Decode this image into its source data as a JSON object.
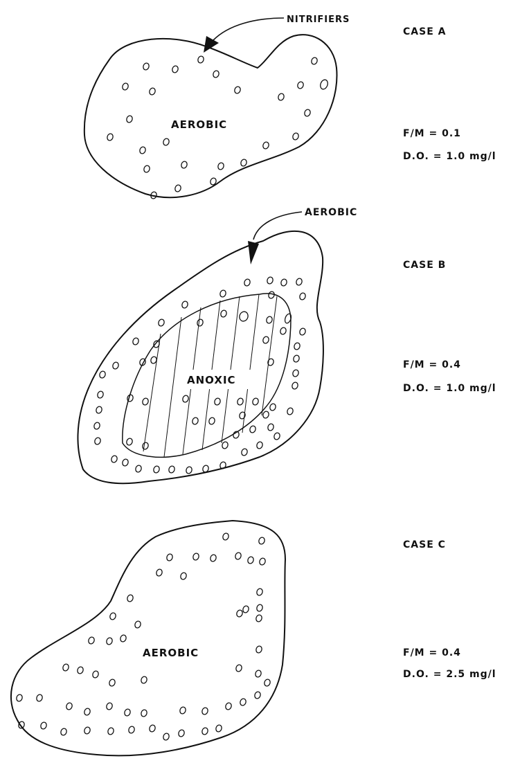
{
  "cases": [
    {
      "id": "a",
      "case_label": "CASE A",
      "zone_label": "AEROBIC",
      "pointer_label": "NITRIFIERS",
      "fm": "F/M = 0.1",
      "do": "D.O. = 1.0 mg/l"
    },
    {
      "id": "b",
      "case_label": "CASE B",
      "zone_label": "ANOXIC",
      "pointer_label": "AEROBIC",
      "fm": "F/M = 0.4",
      "do": "D.O. = 1.0 mg/l"
    },
    {
      "id": "c",
      "case_label": "CASE C",
      "zone_label": "AEROBIC",
      "fm": "F/M = 0.4",
      "do": "D.O. = 2.5 mg/l"
    }
  ]
}
